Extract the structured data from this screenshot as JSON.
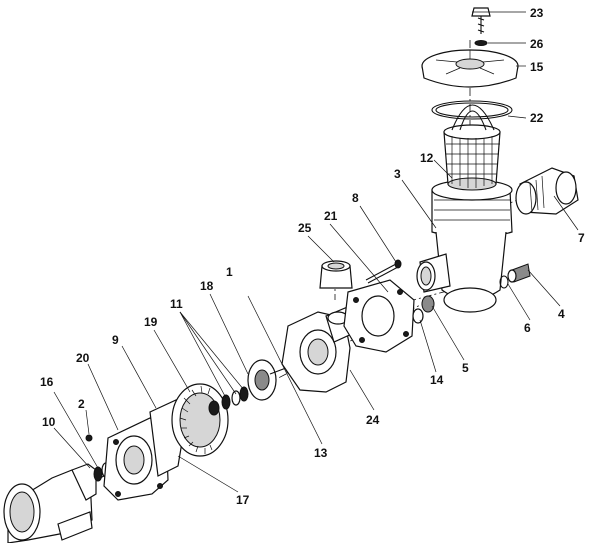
{
  "callouts": [
    {
      "id": "p1",
      "label": "1"
    },
    {
      "id": "p2",
      "label": "2"
    },
    {
      "id": "p3",
      "label": "3"
    },
    {
      "id": "p4",
      "label": "4"
    },
    {
      "id": "p5",
      "label": "5"
    },
    {
      "id": "p6",
      "label": "6"
    },
    {
      "id": "p7",
      "label": "7"
    },
    {
      "id": "p8",
      "label": "8"
    },
    {
      "id": "p9",
      "label": "9"
    },
    {
      "id": "p10",
      "label": "10"
    },
    {
      "id": "p11",
      "label": "11"
    },
    {
      "id": "p12",
      "label": "12"
    },
    {
      "id": "p13",
      "label": "13"
    },
    {
      "id": "p14",
      "label": "14"
    },
    {
      "id": "p15",
      "label": "15"
    },
    {
      "id": "p16",
      "label": "16"
    },
    {
      "id": "p17",
      "label": "17"
    },
    {
      "id": "p18",
      "label": "18"
    },
    {
      "id": "p19",
      "label": "19"
    },
    {
      "id": "p20",
      "label": "20"
    },
    {
      "id": "p21",
      "label": "21"
    },
    {
      "id": "p22",
      "label": "22"
    },
    {
      "id": "p23",
      "label": "23"
    },
    {
      "id": "p24",
      "label": "24"
    },
    {
      "id": "p25",
      "label": "25"
    },
    {
      "id": "p26",
      "label": "26"
    }
  ]
}
